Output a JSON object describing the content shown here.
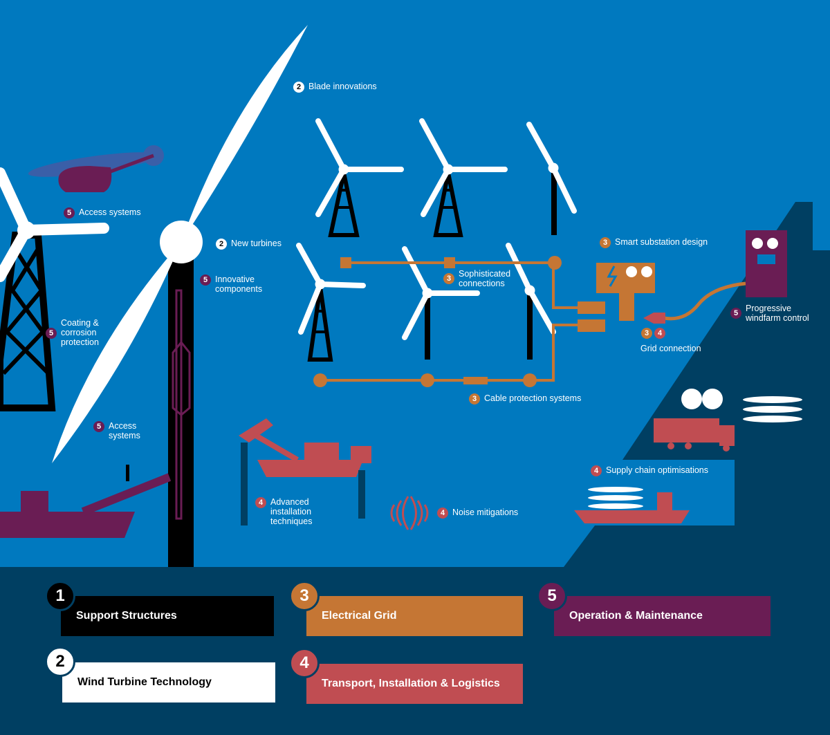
{
  "labels": {
    "blade_innovations": {
      "num": "2",
      "text": "Blade innovations"
    },
    "access_systems_top": {
      "num": "5",
      "text": "Access systems"
    },
    "new_turbines": {
      "num": "2",
      "text": "New turbines"
    },
    "innovative_components": {
      "num": "5",
      "text": "Innovative components"
    },
    "coating": {
      "num": "5",
      "text": "Coating & corrosion protection"
    },
    "access_systems_bottom": {
      "num": "5",
      "text": "Access systems"
    },
    "sophisticated_connections": {
      "num": "3",
      "text": "Sophisticated connections"
    },
    "smart_substation": {
      "num": "3",
      "text": "Smart substation design"
    },
    "windfarm_control": {
      "num": "5",
      "text": "Progressive windfarm control"
    },
    "grid_connection": {
      "num_a": "3",
      "num_b": "4",
      "text": "Grid connection"
    },
    "cable_protection": {
      "num": "3",
      "text": "Cable protection systems"
    },
    "supply_chain": {
      "num": "4",
      "text": "Supply chain optimisations"
    },
    "installation": {
      "num": "4",
      "text": "Advanced installation techniques"
    },
    "noise": {
      "num": "4",
      "text": "Noise mitigations"
    }
  },
  "legend": [
    {
      "num": "1",
      "label": "Support Structures",
      "color": "#000000"
    },
    {
      "num": "2",
      "label": "Wind Turbine Technology",
      "color": "#FFFFFF"
    },
    {
      "num": "3",
      "label": "Electrical Grid",
      "color": "#C57634"
    },
    {
      "num": "4",
      "label": "Transport, Installation & Logistics",
      "color": "#C04D52"
    },
    {
      "num": "5",
      "label": "Operation & Maintenance",
      "color": "#6A1D54"
    }
  ],
  "colors": {
    "sea": "#0079BF",
    "land": "#003F62",
    "orange": "#C57634",
    "red": "#C04D52",
    "purple": "#6A1D54"
  }
}
